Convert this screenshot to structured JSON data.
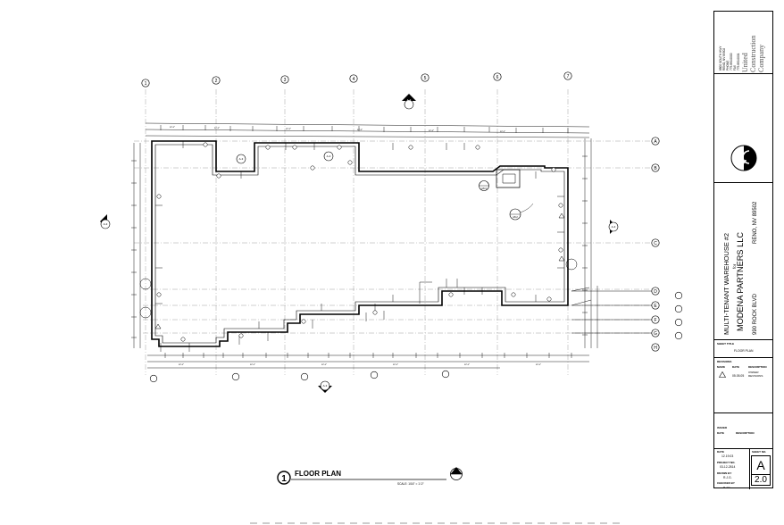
{
  "drawing": {
    "title_number": "1",
    "title": "FLOOR PLAN",
    "scale": "SCALE: 1/16\" = 1'-0\"",
    "grid_columns": [
      "1",
      "2",
      "3",
      "4",
      "5",
      "6",
      "7"
    ],
    "grid_rows": [
      "A",
      "B",
      "C",
      "D",
      "E",
      "F",
      "G",
      "H"
    ],
    "section_tags": [
      "A-3",
      "A-3",
      "A-3",
      "A-3",
      "A-3",
      "A-3"
    ],
    "detail_tags": [
      "A8.3",
      "A8.2"
    ]
  },
  "title_block": {
    "address_lines": [
      "8800 SOUTH HWY",
      "RENO, NV 89502",
      "PHONE",
      "775.850.0000",
      "FAX",
      "775.850.0001"
    ],
    "company": [
      "United",
      "Construction",
      "Company"
    ],
    "project_name": "MULTI-TENANT WAREHOUSE #2",
    "project_for": "for",
    "client": "MODENA PARTNERS LLC",
    "site_address": "990 ROCK BLVD",
    "site_city": "RENO, NV 89502",
    "sheet_title_label": "SHEET TITLE",
    "sheet_title": "FLOOR PLAN",
    "revisions_label": "REVISIONS",
    "rev_mark_label": "MARK",
    "rev_date_label": "DATE",
    "rev_desc_label": "DESCRIPTION",
    "rev_date": "05.05.05",
    "rev_desc": "OWNER REVISIONS",
    "issued_label": "ISSUED",
    "issued_date_label": "DATE",
    "issued_desc_label": "DESCRIPTION",
    "date_label": "DATE",
    "date_value": "12.19.03",
    "sheet_no_label": "SHEET NO.",
    "project_no_label": "PROJECT NO.",
    "project_no": "03-12-2814",
    "drawn_by_label": "DRAWN BY",
    "drawn_by": "R.J.G.",
    "checked_by_label": "CHECKED BY",
    "checked_by": "R.J.G.",
    "sheet_letter": "A",
    "sheet_number": "2.0"
  }
}
